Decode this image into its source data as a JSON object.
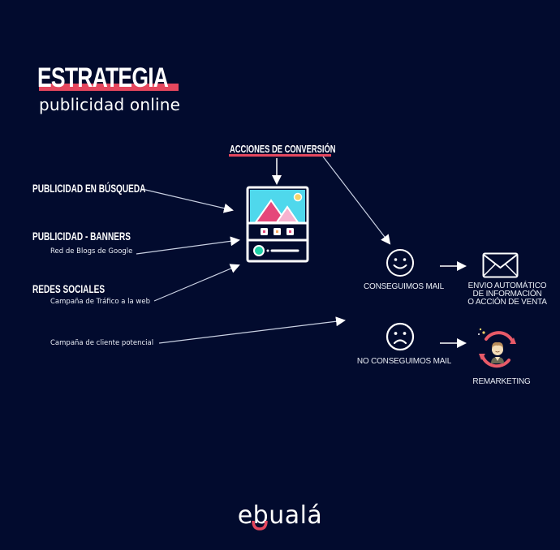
{
  "header": {
    "title": "ESTRATEGIA",
    "subtitle": "publicidad online",
    "accent_color": "#e5475e"
  },
  "center": {
    "label": "ACCIONES DE CONVERSIÓN",
    "icon": "ad-layout-icon"
  },
  "sources": [
    {
      "heading": "PUBLICIDAD EN BÚSQUEDA",
      "detail": ""
    },
    {
      "heading": "PUBLICIDAD - BANNERS",
      "detail": "Red de Blogs de Google"
    },
    {
      "heading": "REDES SOCIALES",
      "detail": "Campaña de Tráfico a la web"
    },
    {
      "heading": "",
      "detail": "Campaña de cliente potencial"
    }
  ],
  "outcomes": {
    "success": {
      "label": "CONSEGUIMOS MAIL",
      "icon": "smiley-icon",
      "result_icon": "envelope-icon",
      "result_lines": [
        "ENVIO AUTOMÁTICO",
        "DE INFORMACIÓN",
        "O ACCIÓN DE VENTA"
      ]
    },
    "failure": {
      "label": "NO CONSEGUIMOS MAIL",
      "icon": "sad-face-icon",
      "result_icon": "remarketing-icon",
      "result_label": "REMARKETING"
    }
  },
  "footer": {
    "logo": "ebualá"
  },
  "colors": {
    "background": "#020b2e",
    "accent": "#e5475e",
    "sky": "#4fd8ec",
    "mountain": "#e5477a",
    "mountain_light": "#f6b3d0",
    "sun": "#f6d36a",
    "teal": "#1fd1a8"
  }
}
